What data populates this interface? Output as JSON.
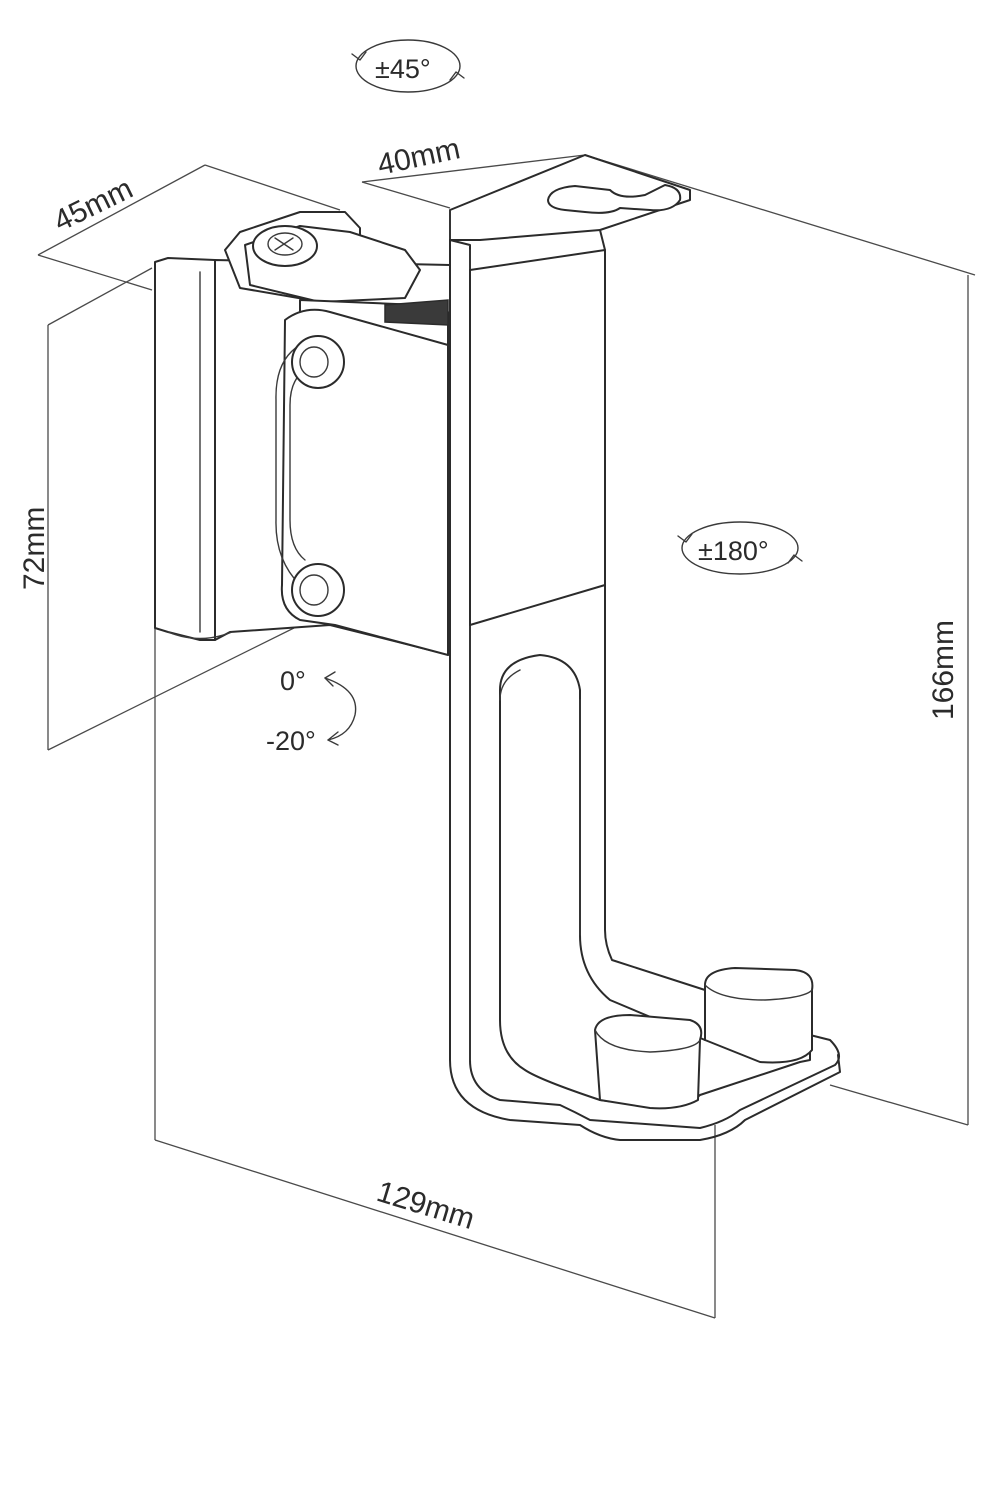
{
  "dimensions": {
    "depth": "45mm",
    "arm_width": "40mm",
    "plate_height": "72mm",
    "total_height": "166mm",
    "total_depth": "129mm"
  },
  "rotation": {
    "swivel": "±45°",
    "rotate": "±180°",
    "tilt_top": "0°",
    "tilt_bottom": "-20°"
  },
  "colors": {
    "line": "#2b2b2b",
    "background": "#ffffff"
  }
}
